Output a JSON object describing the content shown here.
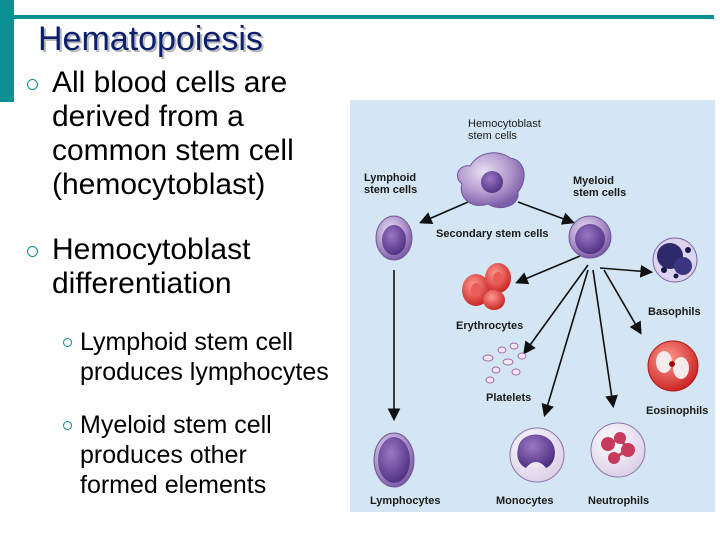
{
  "slide": {
    "title": "Hematopoiesis",
    "bullets": [
      {
        "lines": [
          "All blood cells are",
          "derived from a",
          "common stem cell",
          "(hemocytoblast)"
        ]
      },
      {
        "lines": [
          "Hemocytoblast",
          "differentiation"
        ]
      }
    ],
    "sub_bullets": [
      {
        "lines": [
          "Lymphoid stem cell",
          "produces lymphocytes"
        ]
      },
      {
        "lines": [
          "Myeloid stem cell",
          "produces other",
          "formed elements"
        ]
      }
    ]
  },
  "figure": {
    "labels": {
      "hemocytoblast": [
        "Hemocytoblast",
        "stem cells"
      ],
      "lymphoid": [
        "Lymphoid",
        "stem cells"
      ],
      "myeloid": [
        "Myeloid",
        "stem cells"
      ],
      "secondary": "Secondary stem cells",
      "basophils": "Basophils",
      "erythrocytes": "Erythrocytes",
      "platelets": "Platelets",
      "eosinophils": "Eosinophils",
      "lymphocytes": "Lymphocytes",
      "monocytes": "Monocytes",
      "neutrophils": "Neutrophils"
    },
    "colors": {
      "background": "#d4e6f3",
      "cell_purple": "#8a6fb0",
      "erythrocyte_red": "#e03a3a"
    }
  }
}
